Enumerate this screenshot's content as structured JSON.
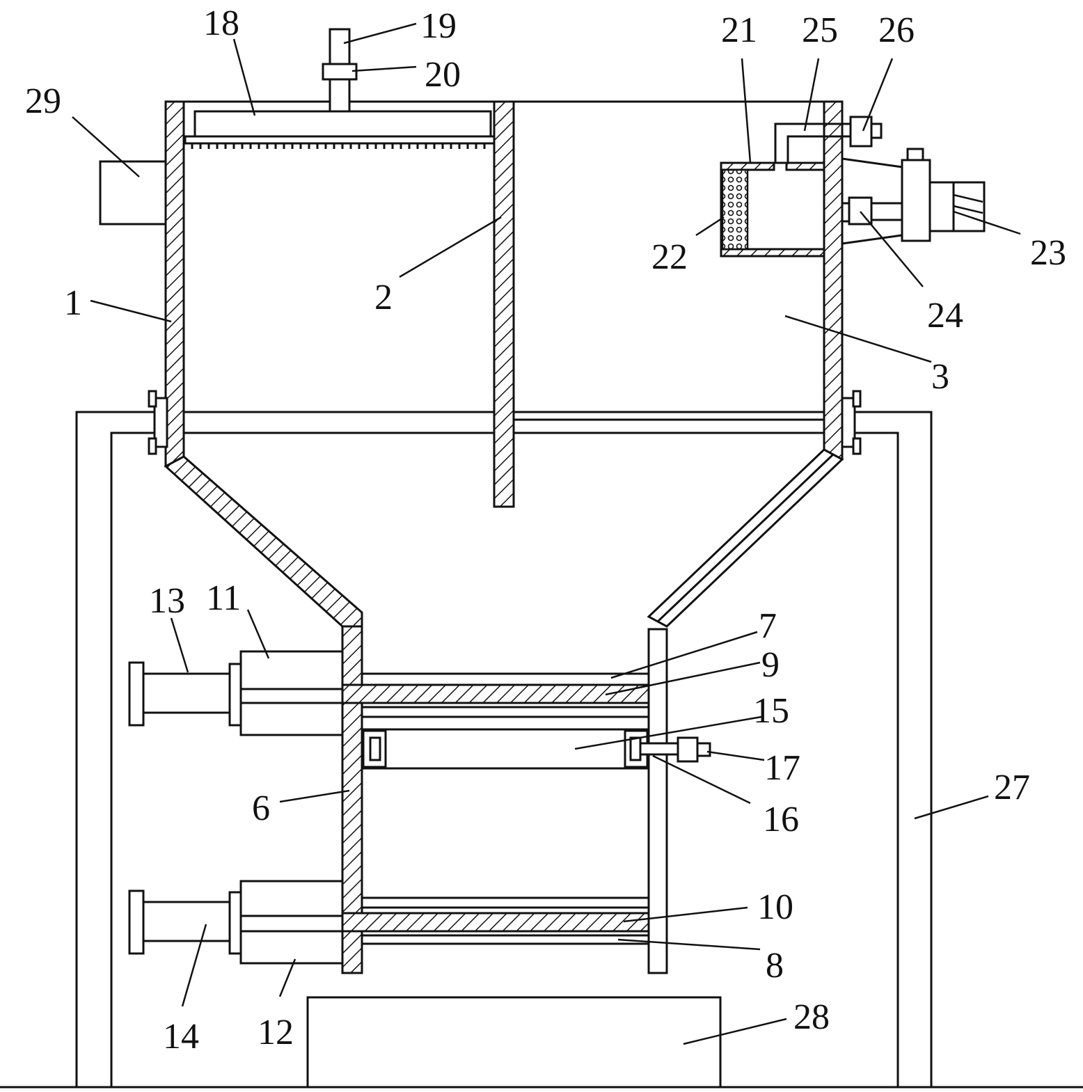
{
  "labels": {
    "l1": "1",
    "l2": "2",
    "l3": "3",
    "l6": "6",
    "l7": "7",
    "l8": "8",
    "l9": "9",
    "l10": "10",
    "l11": "11",
    "l12": "12",
    "l13": "13",
    "l14": "14",
    "l15": "15",
    "l16": "16",
    "l17": "17",
    "l18": "18",
    "l19": "19",
    "l20": "20",
    "l21": "21",
    "l22": "22",
    "l23": "23",
    "l24": "24",
    "l25": "25",
    "l26": "26",
    "l27": "27",
    "l28": "28",
    "l29": "29"
  },
  "colors": {
    "line": "#111111",
    "background": "#ffffff"
  }
}
